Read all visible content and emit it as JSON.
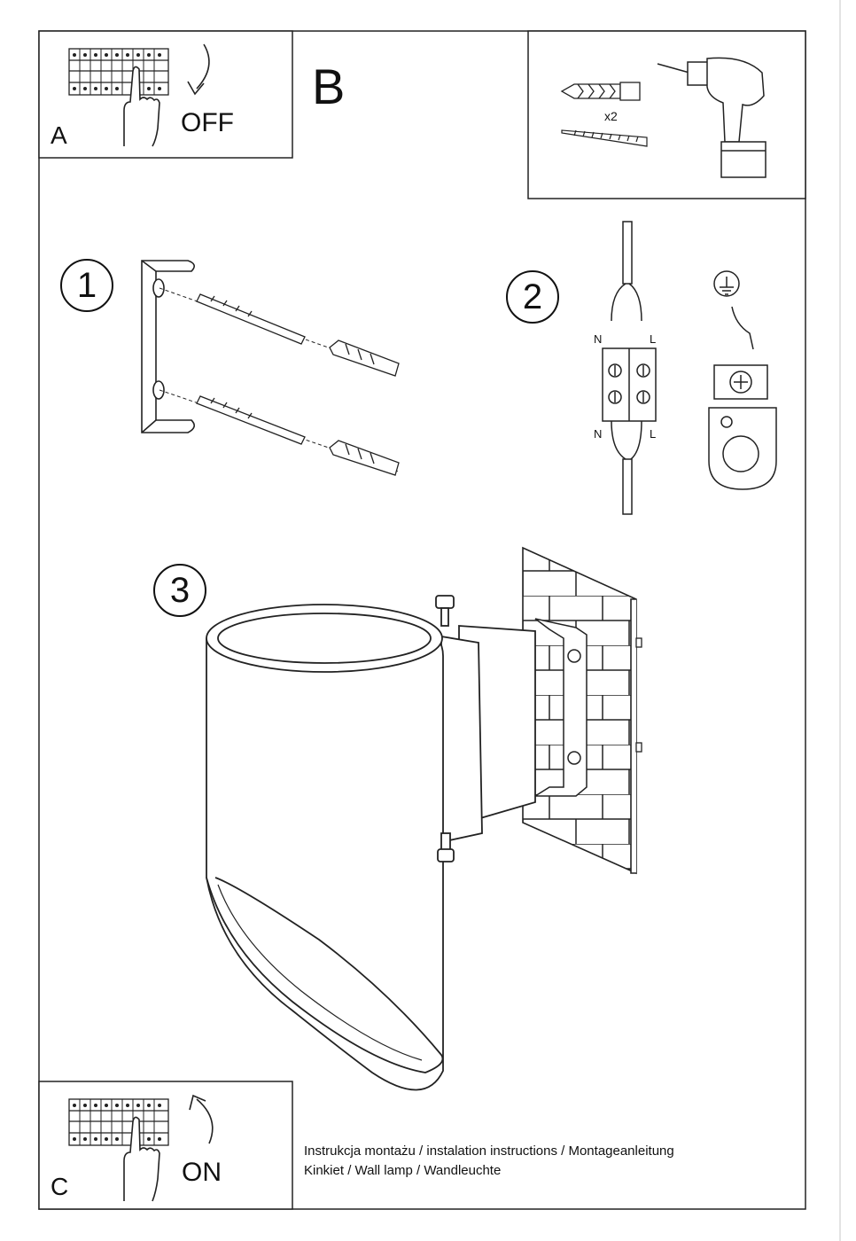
{
  "panels": {
    "a": {
      "letter": "A",
      "action": "OFF"
    },
    "b": {
      "letter": "B"
    },
    "c": {
      "letter": "C",
      "action": "ON"
    }
  },
  "hardware": {
    "quantity": "x2"
  },
  "steps": [
    {
      "number": "1"
    },
    {
      "number": "2"
    },
    {
      "number": "3"
    }
  ],
  "wiring": {
    "neutral": "N",
    "live": "L"
  },
  "footer": {
    "line1": "Instrukcja montażu / instalation instructions / Montageanleitung",
    "line2": "Kinkiet / Wall lamp / Wandleuchte"
  },
  "icons": [
    "breaker-panel-icon",
    "hand-icon",
    "arrow-down-icon",
    "arrow-up-icon",
    "wall-plug-icon",
    "screw-icon",
    "drill-icon",
    "bracket-icon",
    "terminal-block-icon",
    "ground-symbol-icon",
    "ground-clamp-icon",
    "wall-lamp-icon",
    "brick-wall-icon"
  ]
}
